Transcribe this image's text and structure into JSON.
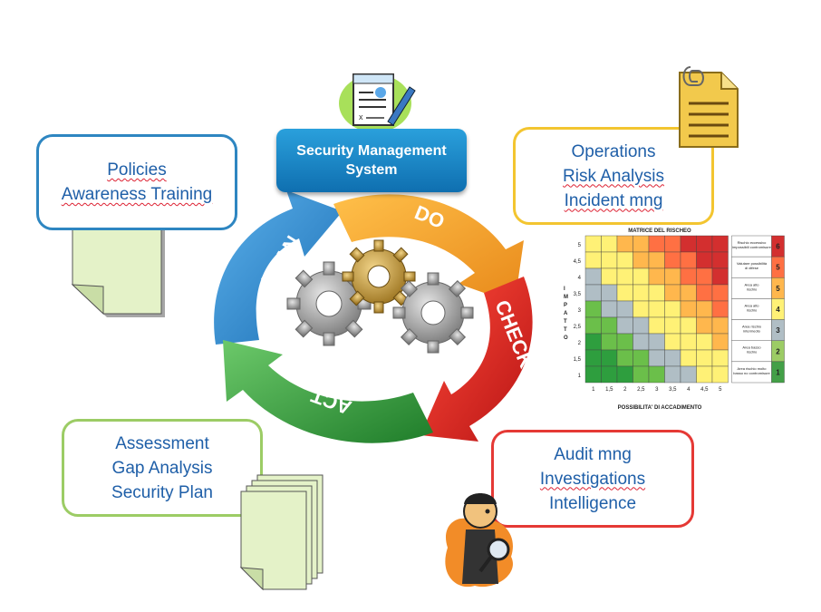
{
  "center": {
    "title_line1": "Security Management",
    "title_line2": "System",
    "arrows": {
      "plan": "PLAN",
      "do": "DO",
      "check": "CHECK",
      "act": "ACT"
    }
  },
  "boxes": {
    "top_left": {
      "lines": [
        "Policies",
        "Awareness  Training"
      ],
      "color": "#2e86c1"
    },
    "top_right": {
      "lines": [
        "Operations",
        "Risk Analysis",
        "Incident mng"
      ],
      "color": "#f3c530"
    },
    "bottom_left": {
      "lines": [
        "Assessment",
        "Gap Analysis",
        "Security Plan"
      ],
      "color": "#9ccc65"
    },
    "bottom_right": {
      "lines": [
        "Audit mng",
        "Investigations",
        "Intelligence"
      ],
      "color": "#e53935"
    }
  },
  "colors": {
    "plan": "#2e86c1",
    "do": "#f5a623",
    "check": "#e02020",
    "act": "#43a047",
    "text": "#1f5fa8"
  },
  "matrix": {
    "title": "MATRICE DEL RISCHEO",
    "x_label": "POSSIBILITA' DI ACCADIMENTO",
    "y_label": "IMPATTO",
    "y_ticks": [
      "5",
      "4,5",
      "4",
      "3,5",
      "3",
      "2,5",
      "2",
      "1,5",
      "1"
    ],
    "x_ticks": [
      "1",
      "1,5",
      "2",
      "2,5",
      "3",
      "3,5",
      "4",
      "4,5",
      "5"
    ],
    "legend": [
      {
        "label": "Rischio eccessivo impossibili contromisure",
        "value": "6",
        "color": "#d32f2f"
      },
      {
        "label": "Valutare possibilità di difese",
        "value": "5",
        "color": "#ff7043"
      },
      {
        "label": "Area alto rischio",
        "value": "5",
        "color": "#ffb74d"
      },
      {
        "label": "Area alto rischio",
        "value": "4",
        "color": "#fff176"
      },
      {
        "label": "Area rischio intermedio",
        "value": "3",
        "color": "#b0bec5"
      },
      {
        "label": "Area basso rischio",
        "value": "2",
        "color": "#9ccc65"
      },
      {
        "label": "Area rischio molto basso no contromisure",
        "value": "1",
        "color": "#43a047"
      }
    ]
  }
}
